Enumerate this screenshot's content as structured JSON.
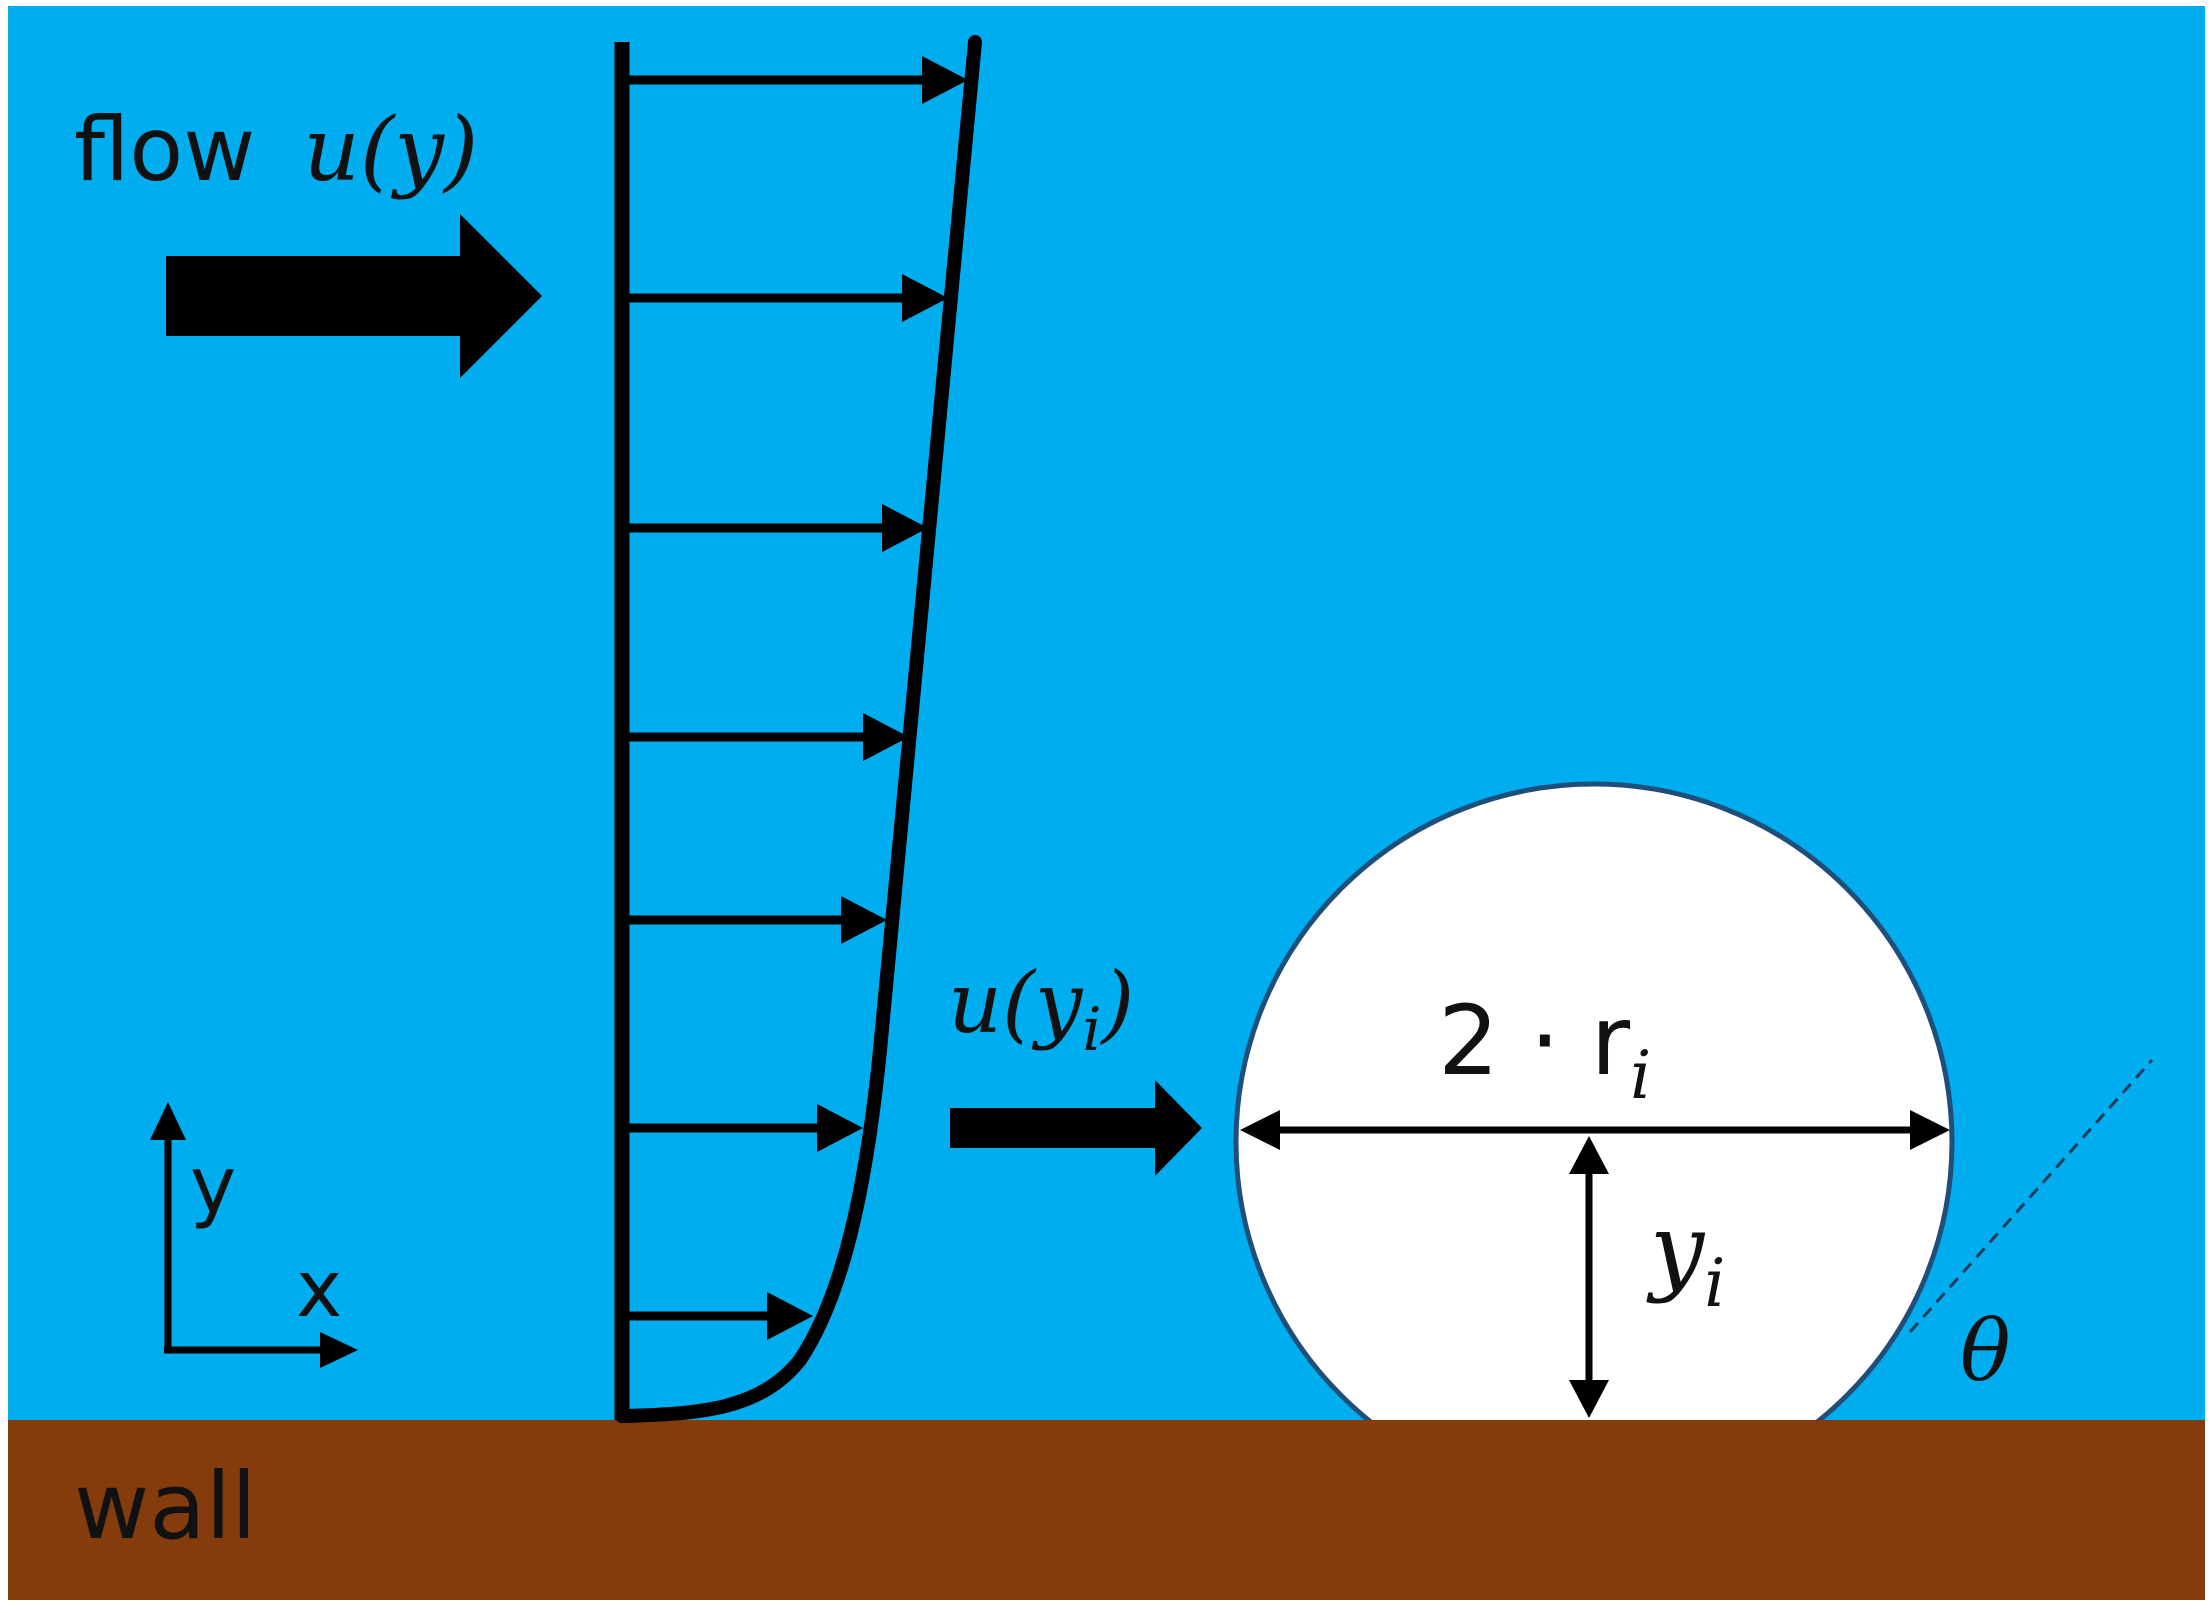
{
  "labels": {
    "flow_word": "flow",
    "flow_symbol": "u(y)",
    "droplet_velocity": "u(y",
    "droplet_velocity_sub": "i",
    "droplet_velocity_close": ")",
    "diameter_prefix": "2 · r",
    "diameter_sub": "i",
    "height_symbol": "y",
    "height_sub": "i",
    "contact_angle": "θ",
    "axis_y": "y",
    "axis_x": "x",
    "wall": "wall"
  },
  "colors": {
    "fluid": "#00AEEF",
    "wall": "#843C0C",
    "droplet_fill": "#FFFFFF",
    "droplet_outline": "#1F4E79",
    "ink": "#000000"
  }
}
